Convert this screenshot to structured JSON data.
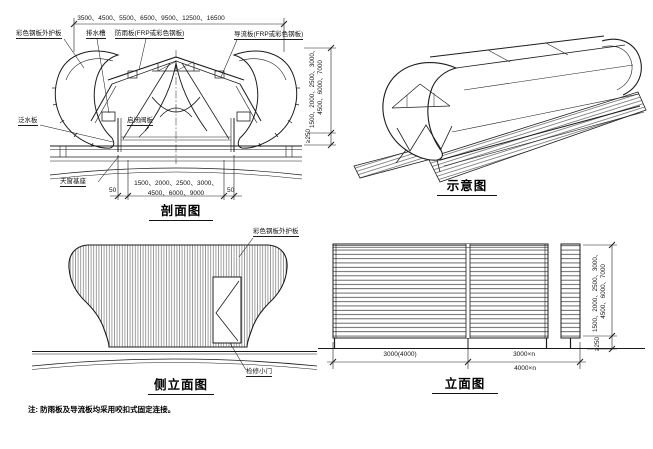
{
  "section": {
    "title": "剖面图",
    "dim_top": "3500、4500、5500、6500、9500、12500、16500",
    "dim_bottom_1": "1500、2000、2500、3000、",
    "dim_bottom_2": "4500、6000、9000",
    "dim_side_left": "50",
    "dim_side_right": "50",
    "dim_height_1": "1500、2000、2500、3000、",
    "dim_height_2": "4500、6000、7000",
    "dim_height_min": "≥250",
    "label_outer_panel": "彩色钢板外护板",
    "label_drain_channel": "排水槽",
    "label_rain_shield": "防雨板(FRP或彩色钢板)",
    "label_deflector": "导流板(FRP或彩色钢板)",
    "label_flashing": "泛水板",
    "label_valve_plate": "启闭阀板",
    "label_skylight_base": "天窗基座"
  },
  "schematic": {
    "title": "示意图"
  },
  "side_elevation": {
    "title": "侧立面图",
    "label_outer_panel": "彩色钢板外护板",
    "label_access_door": "检修小门"
  },
  "elevation": {
    "title": "立面图",
    "dim_bay_1": "3000(4000)",
    "dim_bay_n": "3000×n",
    "dim_bay_alt": "4000×n",
    "dim_height_1": "1500、2000、2500、3000、",
    "dim_height_2": "4500、6000、7000",
    "dim_height_min": "≥250"
  },
  "note": "注: 防雨板及导流板均采用咬扣式固定连接。",
  "colors": {
    "line": "#1c1c1c",
    "background": "#ffffff"
  }
}
